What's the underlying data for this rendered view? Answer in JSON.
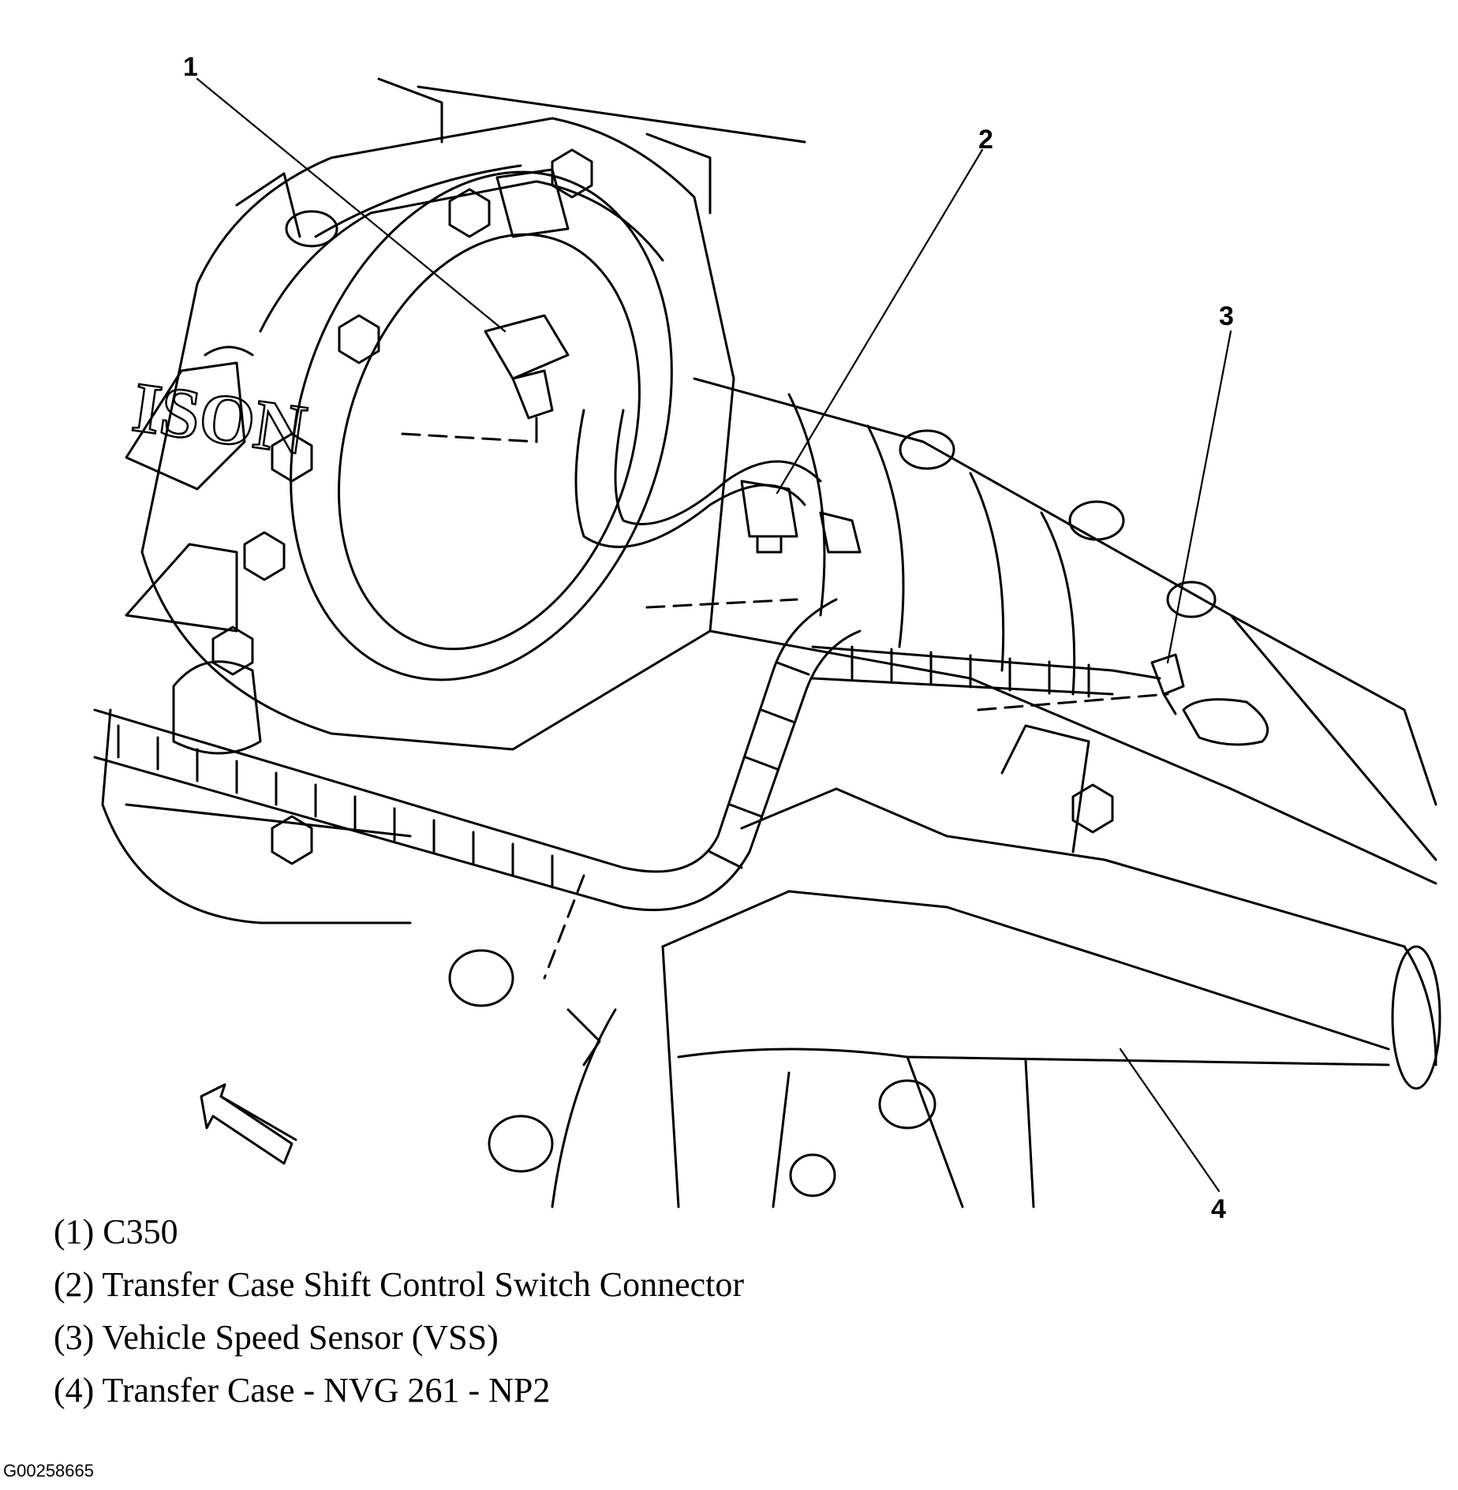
{
  "diagram": {
    "callouts": [
      {
        "number": "1"
      },
      {
        "number": "2"
      },
      {
        "number": "3"
      },
      {
        "number": "4"
      }
    ],
    "case_lettering": "ISON"
  },
  "legend": {
    "items": [
      {
        "label": "(1) C350"
      },
      {
        "label": "(2) Transfer Case Shift Control Switch Connector"
      },
      {
        "label": "(3) Vehicle Speed Sensor (VSS)"
      },
      {
        "label": "(4) Transfer Case - NVG 261 - NP2"
      }
    ]
  },
  "figure_id": "G00258665",
  "colors": {
    "line": "#000000",
    "background": "#ffffff"
  }
}
